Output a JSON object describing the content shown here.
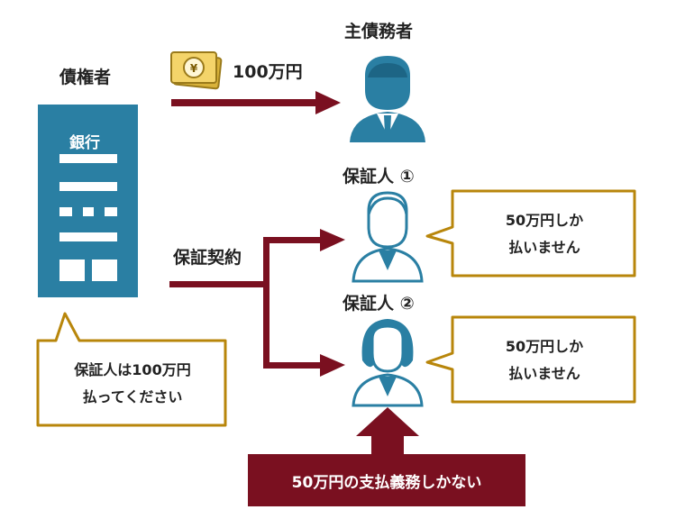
{
  "creditor": {
    "label": "債権者",
    "bank_label": "銀行"
  },
  "principal_debtor": {
    "label": "主債務者"
  },
  "loan": {
    "amount": "100万円"
  },
  "guarantee_contract": {
    "label": "保証契約"
  },
  "guarantor1": {
    "label": "保証人 ①",
    "speech_line1": "50万円しか",
    "speech_line2": "払いません"
  },
  "guarantor2": {
    "label": "保証人 ②",
    "speech_line1": "50万円しか",
    "speech_line2": "払いません"
  },
  "bank_speech": {
    "line1": "保証人は100万円",
    "line2": "払ってください"
  },
  "note": {
    "text": "50万円の支払義務しかない"
  },
  "colors": {
    "accent_dark": "#7a1020",
    "person_blue": "#2a7fa3",
    "bubble_border": "#b8860b",
    "money_gold": "#d9b23a"
  }
}
